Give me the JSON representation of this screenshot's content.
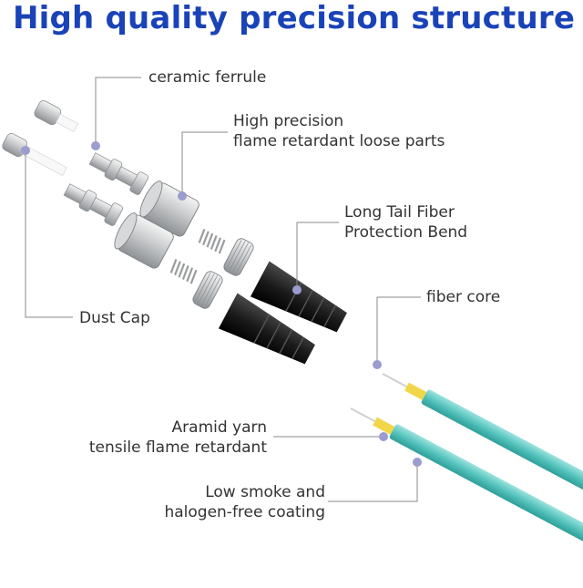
{
  "title": "High quality precision structure",
  "labels": {
    "ceramic_ferrule": "ceramic ferrule",
    "loose_parts_line1": "High precision",
    "loose_parts_line2": "flame retardant loose parts",
    "tail_line1": "Long Tail Fiber",
    "tail_line2": "Protection Bend",
    "fiber_core": "fiber core",
    "dust_cap": "Dust Cap",
    "aramid_line1": "Aramid yarn",
    "aramid_line2": "tensile flame retardant",
    "coating_line1": "Low smoke and",
    "coating_line2": "halogen-free coating"
  },
  "colors": {
    "title": "#1a43b8",
    "leader_line": "#8a8a8a",
    "marker_dot": "#9b9ccf",
    "cable_aqua": "#5fc9c3",
    "aramid_yellow": "#f2d64a",
    "boot_black": "#1e1e1e",
    "metal_silver": "#b9bcbf"
  }
}
